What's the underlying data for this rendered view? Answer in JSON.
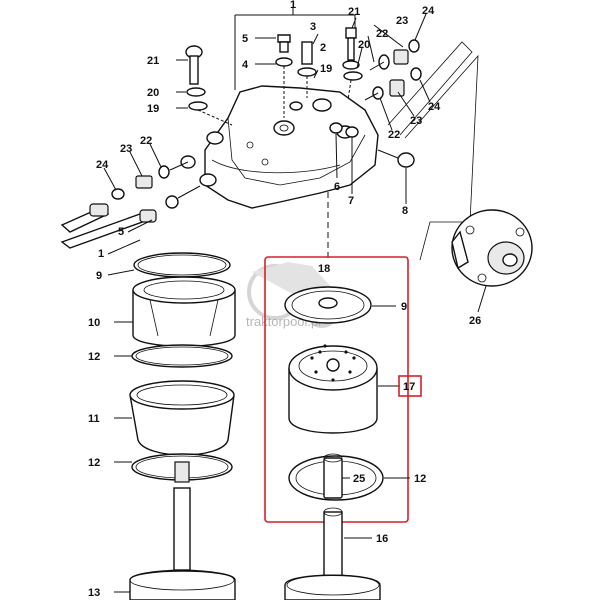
{
  "callouts": [
    {
      "id": "c1-top",
      "text": "1"
    },
    {
      "id": "c3",
      "text": "3"
    },
    {
      "id": "c21-top",
      "text": "21"
    },
    {
      "id": "c23-top",
      "text": "23"
    },
    {
      "id": "c24-top",
      "text": "24"
    },
    {
      "id": "c5-top",
      "text": "5"
    },
    {
      "id": "c2",
      "text": "2"
    },
    {
      "id": "c22-top",
      "text": "22"
    },
    {
      "id": "c20-top",
      "text": "20"
    },
    {
      "id": "c21-left",
      "text": "21"
    },
    {
      "id": "c4",
      "text": "4"
    },
    {
      "id": "c19-mid",
      "text": "19"
    },
    {
      "id": "c20-left",
      "text": "20"
    },
    {
      "id": "c19-left",
      "text": "19"
    },
    {
      "id": "c24-right",
      "text": "24"
    },
    {
      "id": "c22-right",
      "text": "22"
    },
    {
      "id": "c23-right",
      "text": "23"
    },
    {
      "id": "c22-left",
      "text": "22"
    },
    {
      "id": "c23-left",
      "text": "23"
    },
    {
      "id": "c24-left",
      "text": "24"
    },
    {
      "id": "c6",
      "text": "6"
    },
    {
      "id": "c7",
      "text": "7"
    },
    {
      "id": "c8",
      "text": "8"
    },
    {
      "id": "c5-left",
      "text": "5"
    },
    {
      "id": "c1-left",
      "text": "1"
    },
    {
      "id": "c9-left",
      "text": "9"
    },
    {
      "id": "c18",
      "text": "18"
    },
    {
      "id": "c9-right",
      "text": "9"
    },
    {
      "id": "c10",
      "text": "10"
    },
    {
      "id": "c26",
      "text": "26"
    },
    {
      "id": "c12-left",
      "text": "12"
    },
    {
      "id": "c17",
      "text": "17"
    },
    {
      "id": "c11",
      "text": "11"
    },
    {
      "id": "c12-lower",
      "text": "12"
    },
    {
      "id": "c25",
      "text": "25"
    },
    {
      "id": "c12-right",
      "text": "12"
    },
    {
      "id": "c16",
      "text": "16"
    },
    {
      "id": "c13",
      "text": "13"
    }
  ],
  "watermark": "traktorpool.pl",
  "colors": {
    "highlight_box": "#d6202a",
    "ink": "#111111",
    "paper": "#ffffff"
  }
}
